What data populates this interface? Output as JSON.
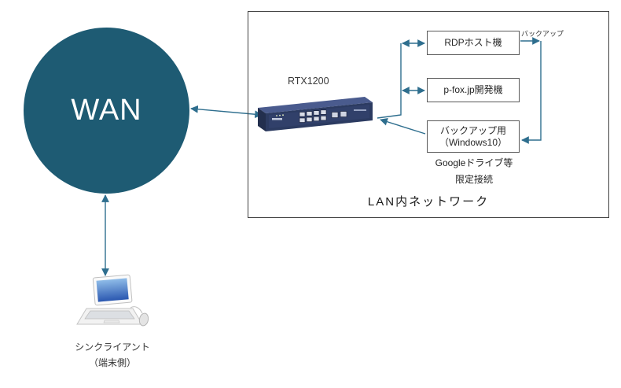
{
  "wan": {
    "label": "WAN"
  },
  "lan": {
    "title": "LAN内ネットワーク",
    "router_label": "RTX1200",
    "boxes": [
      {
        "label": "RDPホスト機"
      },
      {
        "label": "p-fox.jp開発機"
      },
      {
        "label_line1": "バックアップ用",
        "label_line2": "（Windows10）"
      }
    ],
    "backup_flow_label": "バックアップ",
    "backup_notes": {
      "line1": "Googleドライブ等",
      "line2": "限定接続"
    }
  },
  "client": {
    "label_line1": "シンクライアント",
    "label_line2": "（端末側）"
  },
  "colors": {
    "wan_fill": "#1e5b73",
    "wan_text": "#ffffff",
    "arrow": "#2e6e8e",
    "box_border": "#595959",
    "lan_border": "#404040",
    "router_body": "#2c3b61",
    "router_top": "#4a5b8e",
    "laptop_screen_top": "#8fbce8",
    "laptop_screen_bottom": "#2a57b0"
  }
}
